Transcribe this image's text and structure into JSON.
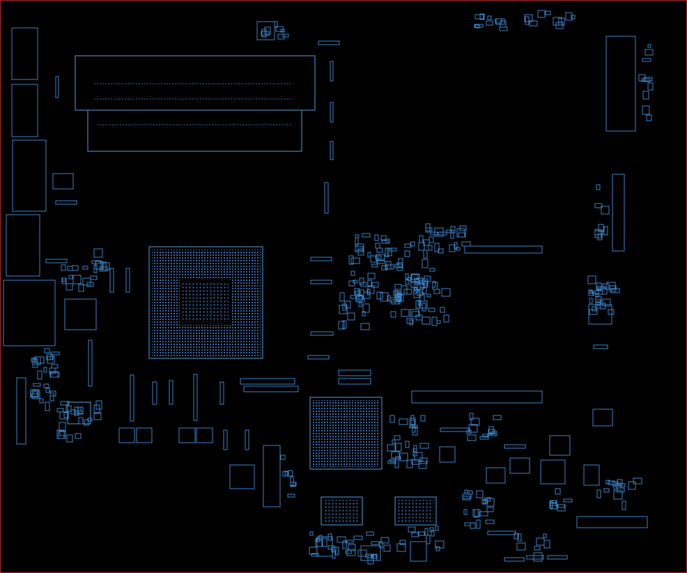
{
  "colors": {
    "background": "#000000",
    "frame": "#b3262b",
    "outline": "#3a86c8",
    "outline_bright": "#4aa3e6",
    "pad": "#2f6fb0"
  },
  "board": {
    "view": "pcb-component-outline",
    "ball_grid_chips": [
      "cpu-bga",
      "chipset-bga"
    ],
    "memory_slots": 2
  }
}
